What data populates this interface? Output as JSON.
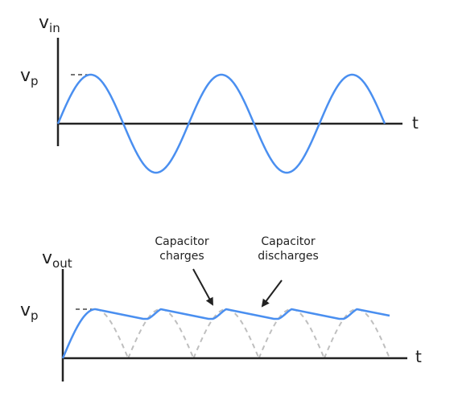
{
  "colors": {
    "axis": "#222222",
    "wave": "#4a8ff0",
    "dashed_ref": "#bfbfbf"
  },
  "top_plot": {
    "y_label": "v",
    "y_label_sub": "in",
    "peak_label": "v",
    "peak_label_sub": "p",
    "x_label": "t"
  },
  "bottom_plot": {
    "y_label": "v",
    "y_label_sub": "out",
    "peak_label": "v",
    "peak_label_sub": "p",
    "x_label": "t",
    "annotations": {
      "charges_line1": "Capacitor",
      "charges_line2": "charges",
      "discharges_line1": "Capacitor",
      "discharges_line2": "discharges"
    }
  }
}
